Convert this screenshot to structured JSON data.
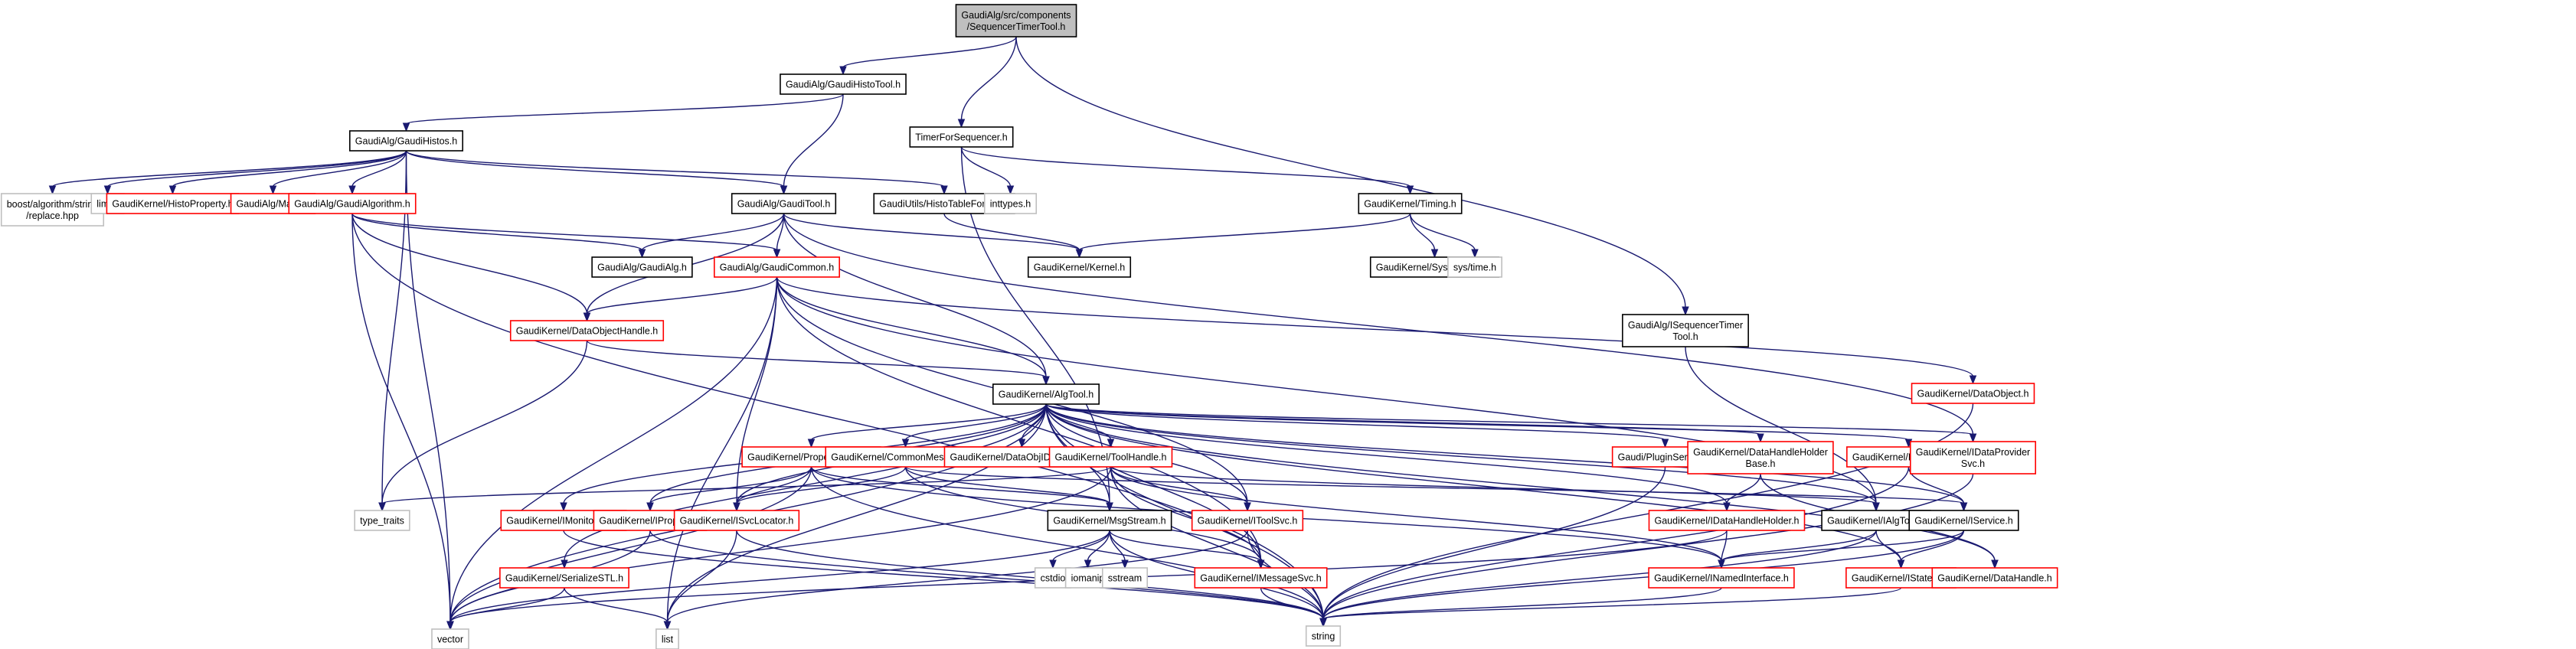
{
  "title": "GaudiAlg/src/components/SequencerTimerTool.h include dependency graph",
  "colors": {
    "root_fill": "#bfbfbf",
    "documented_border": "#000000",
    "truncated_border": "#ff0000",
    "external_border": "#bfbfbf",
    "edge": "#191970"
  },
  "nodes": [
    {
      "id": "root",
      "lines": [
        "GaudiAlg/src/components",
        "/SequencerTimerTool.h"
      ],
      "kind": "root"
    },
    {
      "id": "histotool",
      "lines": [
        "GaudiAlg/GaudiHistoTool.h"
      ],
      "kind": "doc"
    },
    {
      "id": "histos",
      "lines": [
        "GaudiAlg/GaudiHistos.h"
      ],
      "kind": "doc"
    },
    {
      "id": "timerseq",
      "lines": [
        "TimerForSequencer.h"
      ],
      "kind": "doc"
    },
    {
      "id": "boostreplace",
      "lines": [
        "boost/algorithm/string",
        "/replace.hpp"
      ],
      "kind": "ext"
    },
    {
      "id": "limits",
      "lines": [
        "limits"
      ],
      "kind": "ext"
    },
    {
      "id": "histoprop",
      "lines": [
        "GaudiKernel/HistoProperty.h"
      ],
      "kind": "trunc"
    },
    {
      "id": "maps",
      "lines": [
        "GaudiAlg/Maps.h"
      ],
      "kind": "trunc"
    },
    {
      "id": "gaudialgorithm",
      "lines": [
        "GaudiAlg/GaudiAlgorithm.h"
      ],
      "kind": "trunc"
    },
    {
      "id": "gauditool",
      "lines": [
        "GaudiAlg/GaudiTool.h"
      ],
      "kind": "doc"
    },
    {
      "id": "histotable",
      "lines": [
        "GaudiUtils/HistoTableFormat.h"
      ],
      "kind": "doc"
    },
    {
      "id": "inttypes",
      "lines": [
        "inttypes.h"
      ],
      "kind": "ext"
    },
    {
      "id": "timing",
      "lines": [
        "GaudiKernel/Timing.h"
      ],
      "kind": "doc"
    },
    {
      "id": "gaudialg",
      "lines": [
        "GaudiAlg/GaudiAlg.h"
      ],
      "kind": "doc"
    },
    {
      "id": "gaudicommon",
      "lines": [
        "GaudiAlg/GaudiCommon.h"
      ],
      "kind": "trunc"
    },
    {
      "id": "kernel",
      "lines": [
        "GaudiKernel/Kernel.h"
      ],
      "kind": "doc"
    },
    {
      "id": "systembase",
      "lines": [
        "GaudiKernel/SystemBase.h"
      ],
      "kind": "doc"
    },
    {
      "id": "systime",
      "lines": [
        "sys/time.h"
      ],
      "kind": "ext"
    },
    {
      "id": "dataobjhandle",
      "lines": [
        "GaudiKernel/DataObjectHandle.h"
      ],
      "kind": "trunc"
    },
    {
      "id": "iseqtimer",
      "lines": [
        "GaudiAlg/ISequencerTimer",
        "Tool.h"
      ],
      "kind": "doc"
    },
    {
      "id": "dataobject",
      "lines": [
        "GaudiKernel/DataObject.h"
      ],
      "kind": "trunc"
    },
    {
      "id": "algtool",
      "lines": [
        "GaudiKernel/AlgTool.h"
      ],
      "kind": "doc"
    },
    {
      "id": "propholder",
      "lines": [
        "GaudiKernel/PropertyHolder.h"
      ],
      "kind": "trunc"
    },
    {
      "id": "commonmsg",
      "lines": [
        "GaudiKernel/CommonMessaging.h"
      ],
      "kind": "trunc"
    },
    {
      "id": "dataobjid",
      "lines": [
        "GaudiKernel/DataObjIDProperty.h"
      ],
      "kind": "trunc"
    },
    {
      "id": "toolhandle",
      "lines": [
        "GaudiKernel/ToolHandle.h"
      ],
      "kind": "trunc"
    },
    {
      "id": "pluginsvc",
      "lines": [
        "Gaudi/PluginService.h"
      ],
      "kind": "trunc"
    },
    {
      "id": "dhhbase",
      "lines": [
        "GaudiKernel/DataHandleHolder",
        "Base.h"
      ],
      "kind": "trunc"
    },
    {
      "id": "iauditorsvc",
      "lines": [
        "GaudiKernel/IAuditorSvc.h"
      ],
      "kind": "trunc"
    },
    {
      "id": "idataprov",
      "lines": [
        "GaudiKernel/IDataProvider",
        "Svc.h"
      ],
      "kind": "trunc"
    },
    {
      "id": "typetraits",
      "lines": [
        "type_traits"
      ],
      "kind": "ext"
    },
    {
      "id": "imonitorsvc",
      "lines": [
        "GaudiKernel/IMonitorSvc.h"
      ],
      "kind": "trunc"
    },
    {
      "id": "iproperty",
      "lines": [
        "GaudiKernel/IProperty.h"
      ],
      "kind": "trunc"
    },
    {
      "id": "isvclocator",
      "lines": [
        "GaudiKernel/ISvcLocator.h"
      ],
      "kind": "trunc"
    },
    {
      "id": "msgstream",
      "lines": [
        "GaudiKernel/MsgStream.h"
      ],
      "kind": "doc"
    },
    {
      "id": "itoolsvc",
      "lines": [
        "GaudiKernel/IToolSvc.h"
      ],
      "kind": "trunc"
    },
    {
      "id": "idhh",
      "lines": [
        "GaudiKernel/IDataHandleHolder.h"
      ],
      "kind": "trunc"
    },
    {
      "id": "ialgtool",
      "lines": [
        "GaudiKernel/IAlgTool.h"
      ],
      "kind": "doc"
    },
    {
      "id": "iservice",
      "lines": [
        "GaudiKernel/IService.h"
      ],
      "kind": "doc"
    },
    {
      "id": "serializestl",
      "lines": [
        "GaudiKernel/SerializeSTL.h"
      ],
      "kind": "trunc"
    },
    {
      "id": "cstdio",
      "lines": [
        "cstdio"
      ],
      "kind": "ext"
    },
    {
      "id": "iomanip",
      "lines": [
        "iomanip"
      ],
      "kind": "ext"
    },
    {
      "id": "sstream",
      "lines": [
        "sstream"
      ],
      "kind": "ext"
    },
    {
      "id": "imessagesvc",
      "lines": [
        "GaudiKernel/IMessageSvc.h"
      ],
      "kind": "trunc"
    },
    {
      "id": "inamedif",
      "lines": [
        "GaudiKernel/INamedInterface.h"
      ],
      "kind": "trunc"
    },
    {
      "id": "istateful",
      "lines": [
        "GaudiKernel/IStateful.h"
      ],
      "kind": "trunc"
    },
    {
      "id": "datahandle",
      "lines": [
        "GaudiKernel/DataHandle.h"
      ],
      "kind": "trunc"
    },
    {
      "id": "vector",
      "lines": [
        "vector"
      ],
      "kind": "ext"
    },
    {
      "id": "list",
      "lines": [
        "list"
      ],
      "kind": "ext"
    },
    {
      "id": "string",
      "lines": [
        "string"
      ],
      "kind": "ext"
    }
  ],
  "edges": [
    [
      "root",
      "histotool"
    ],
    [
      "root",
      "timerseq"
    ],
    [
      "root",
      "iseqtimer"
    ],
    [
      "histotool",
      "histos"
    ],
    [
      "histotool",
      "gauditool"
    ],
    [
      "histos",
      "boostreplace"
    ],
    [
      "histos",
      "limits"
    ],
    [
      "histos",
      "histoprop"
    ],
    [
      "histos",
      "maps"
    ],
    [
      "histos",
      "gaudialgorithm"
    ],
    [
      "histos",
      "gauditool"
    ],
    [
      "histos",
      "histotable"
    ],
    [
      "histos",
      "typetraits"
    ],
    [
      "histos",
      "vector"
    ],
    [
      "timerseq",
      "timing"
    ],
    [
      "timerseq",
      "inttypes"
    ],
    [
      "timerseq",
      "msgstream"
    ],
    [
      "timing",
      "kernel"
    ],
    [
      "timing",
      "systembase"
    ],
    [
      "timing",
      "systime"
    ],
    [
      "histotable",
      "kernel"
    ],
    [
      "gaudialgorithm",
      "gaudialg"
    ],
    [
      "gaudialgorithm",
      "gaudicommon"
    ],
    [
      "gaudialgorithm",
      "dataobjhandle"
    ],
    [
      "gaudialgorithm",
      "vector"
    ],
    [
      "gaudialgorithm",
      "string"
    ],
    [
      "gauditool",
      "gaudialg"
    ],
    [
      "gauditool",
      "gaudicommon"
    ],
    [
      "gauditool",
      "dataobjhandle"
    ],
    [
      "gauditool",
      "algtool"
    ],
    [
      "gauditool",
      "idataprov"
    ],
    [
      "gauditool",
      "kernel"
    ],
    [
      "gaudicommon",
      "dataobjhandle"
    ],
    [
      "gaudicommon",
      "algtool"
    ],
    [
      "gaudicommon",
      "dataobject"
    ],
    [
      "gaudicommon",
      "ialgtool"
    ],
    [
      "gaudicommon",
      "imessagesvc"
    ],
    [
      "gaudicommon",
      "isvclocator"
    ],
    [
      "gaudicommon",
      "itoolsvc"
    ],
    [
      "gaudicommon",
      "list"
    ],
    [
      "gaudicommon",
      "vector"
    ],
    [
      "dataobjhandle",
      "algtool"
    ],
    [
      "dataobjhandle",
      "typetraits"
    ],
    [
      "iseqtimer",
      "ialgtool"
    ],
    [
      "dataobject",
      "string"
    ],
    [
      "algtool",
      "propholder"
    ],
    [
      "algtool",
      "commonmsg"
    ],
    [
      "algtool",
      "dataobjid"
    ],
    [
      "algtool",
      "toolhandle"
    ],
    [
      "algtool",
      "pluginsvc"
    ],
    [
      "algtool",
      "dhhbase"
    ],
    [
      "algtool",
      "iauditorsvc"
    ],
    [
      "algtool",
      "idataprov"
    ],
    [
      "algtool",
      "imonitorsvc"
    ],
    [
      "algtool",
      "iproperty"
    ],
    [
      "algtool",
      "isvclocator"
    ],
    [
      "algtool",
      "msgstream"
    ],
    [
      "algtool",
      "itoolsvc"
    ],
    [
      "algtool",
      "idhh"
    ],
    [
      "algtool",
      "ialgtool"
    ],
    [
      "algtool",
      "iservice"
    ],
    [
      "algtool",
      "imessagesvc"
    ],
    [
      "algtool",
      "istateful"
    ],
    [
      "algtool",
      "datahandle"
    ],
    [
      "algtool",
      "vector"
    ],
    [
      "algtool",
      "list"
    ],
    [
      "algtool",
      "string"
    ],
    [
      "algtool",
      "serializestl"
    ],
    [
      "propholder",
      "iproperty"
    ],
    [
      "propholder",
      "isvclocator"
    ],
    [
      "propholder",
      "msgstream"
    ],
    [
      "propholder",
      "inamedif"
    ],
    [
      "propholder",
      "vector"
    ],
    [
      "propholder",
      "string"
    ],
    [
      "commonmsg",
      "isvclocator"
    ],
    [
      "commonmsg",
      "msgstream"
    ],
    [
      "commonmsg",
      "imessagesvc"
    ],
    [
      "commonmsg",
      "iservice"
    ],
    [
      "toolhandle",
      "itoolsvc"
    ],
    [
      "toolhandle",
      "ialgtool"
    ],
    [
      "toolhandle",
      "inamedif"
    ],
    [
      "toolhandle",
      "imessagesvc"
    ],
    [
      "toolhandle",
      "string"
    ],
    [
      "toolhandle",
      "typetraits"
    ],
    [
      "toolhandle",
      "vector"
    ],
    [
      "pluginsvc",
      "string"
    ],
    [
      "dhhbase",
      "idhh"
    ],
    [
      "dhhbase",
      "datahandle"
    ],
    [
      "iauditorsvc",
      "iservice"
    ],
    [
      "iauditorsvc",
      "string"
    ],
    [
      "idataprov",
      "string"
    ],
    [
      "imonitorsvc",
      "string"
    ],
    [
      "iproperty",
      "string"
    ],
    [
      "iproperty",
      "vector"
    ],
    [
      "isvclocator",
      "list"
    ],
    [
      "isvclocator",
      "string"
    ],
    [
      "msgstream",
      "cstdio"
    ],
    [
      "msgstream",
      "iomanip"
    ],
    [
      "msgstream",
      "sstream"
    ],
    [
      "msgstream",
      "imessagesvc"
    ],
    [
      "msgstream",
      "string"
    ],
    [
      "msgstream",
      "vector"
    ],
    [
      "itoolsvc",
      "list"
    ],
    [
      "itoolsvc",
      "string"
    ],
    [
      "idhh",
      "inamedif"
    ],
    [
      "idhh",
      "vector"
    ],
    [
      "ialgtool",
      "inamedif"
    ],
    [
      "ialgtool",
      "istateful"
    ],
    [
      "ialgtool",
      "string"
    ],
    [
      "iservice",
      "inamedif"
    ],
    [
      "iservice",
      "istateful"
    ],
    [
      "iservice",
      "string"
    ],
    [
      "serializestl",
      "vector"
    ],
    [
      "serializestl",
      "list"
    ],
    [
      "imessagesvc",
      "string"
    ],
    [
      "inamedif",
      "string"
    ],
    [
      "istateful",
      "string"
    ]
  ]
}
